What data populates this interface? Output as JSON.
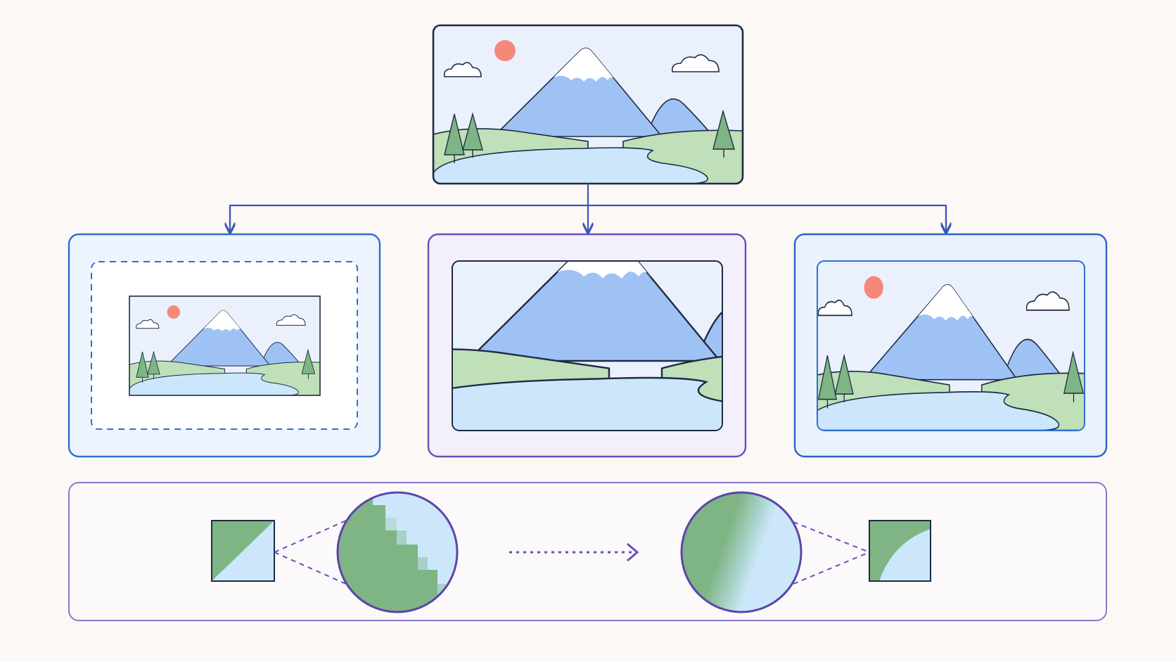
{
  "diagram": {
    "title": "",
    "colors": {
      "background": "#fbf8f6",
      "source_frame": "#1f2a44",
      "connector": "#3a55b8",
      "fit_frame": "#2f6fd0",
      "fill_frame": "#6a4fb8",
      "stretch_frame": "#2f62c8",
      "detail_frame": "#8b78c8",
      "grass": "#7fb584",
      "water": "#cce7fb",
      "mountain": "#9fc2f5",
      "sun": "#f4897a"
    },
    "source_image": {
      "icons": [
        "sun-icon",
        "cloud-icon",
        "mountain-icon",
        "tree-icon",
        "lake-icon"
      ]
    },
    "variants": [
      {
        "id": "fit",
        "mode": "letterbox-dashed"
      },
      {
        "id": "fill",
        "mode": "cropped"
      },
      {
        "id": "stretch",
        "mode": "stretched"
      }
    ],
    "detail": {
      "left": "pixelated-edge",
      "right": "smoothed-edge",
      "arrow": "dotted-arrow"
    }
  }
}
